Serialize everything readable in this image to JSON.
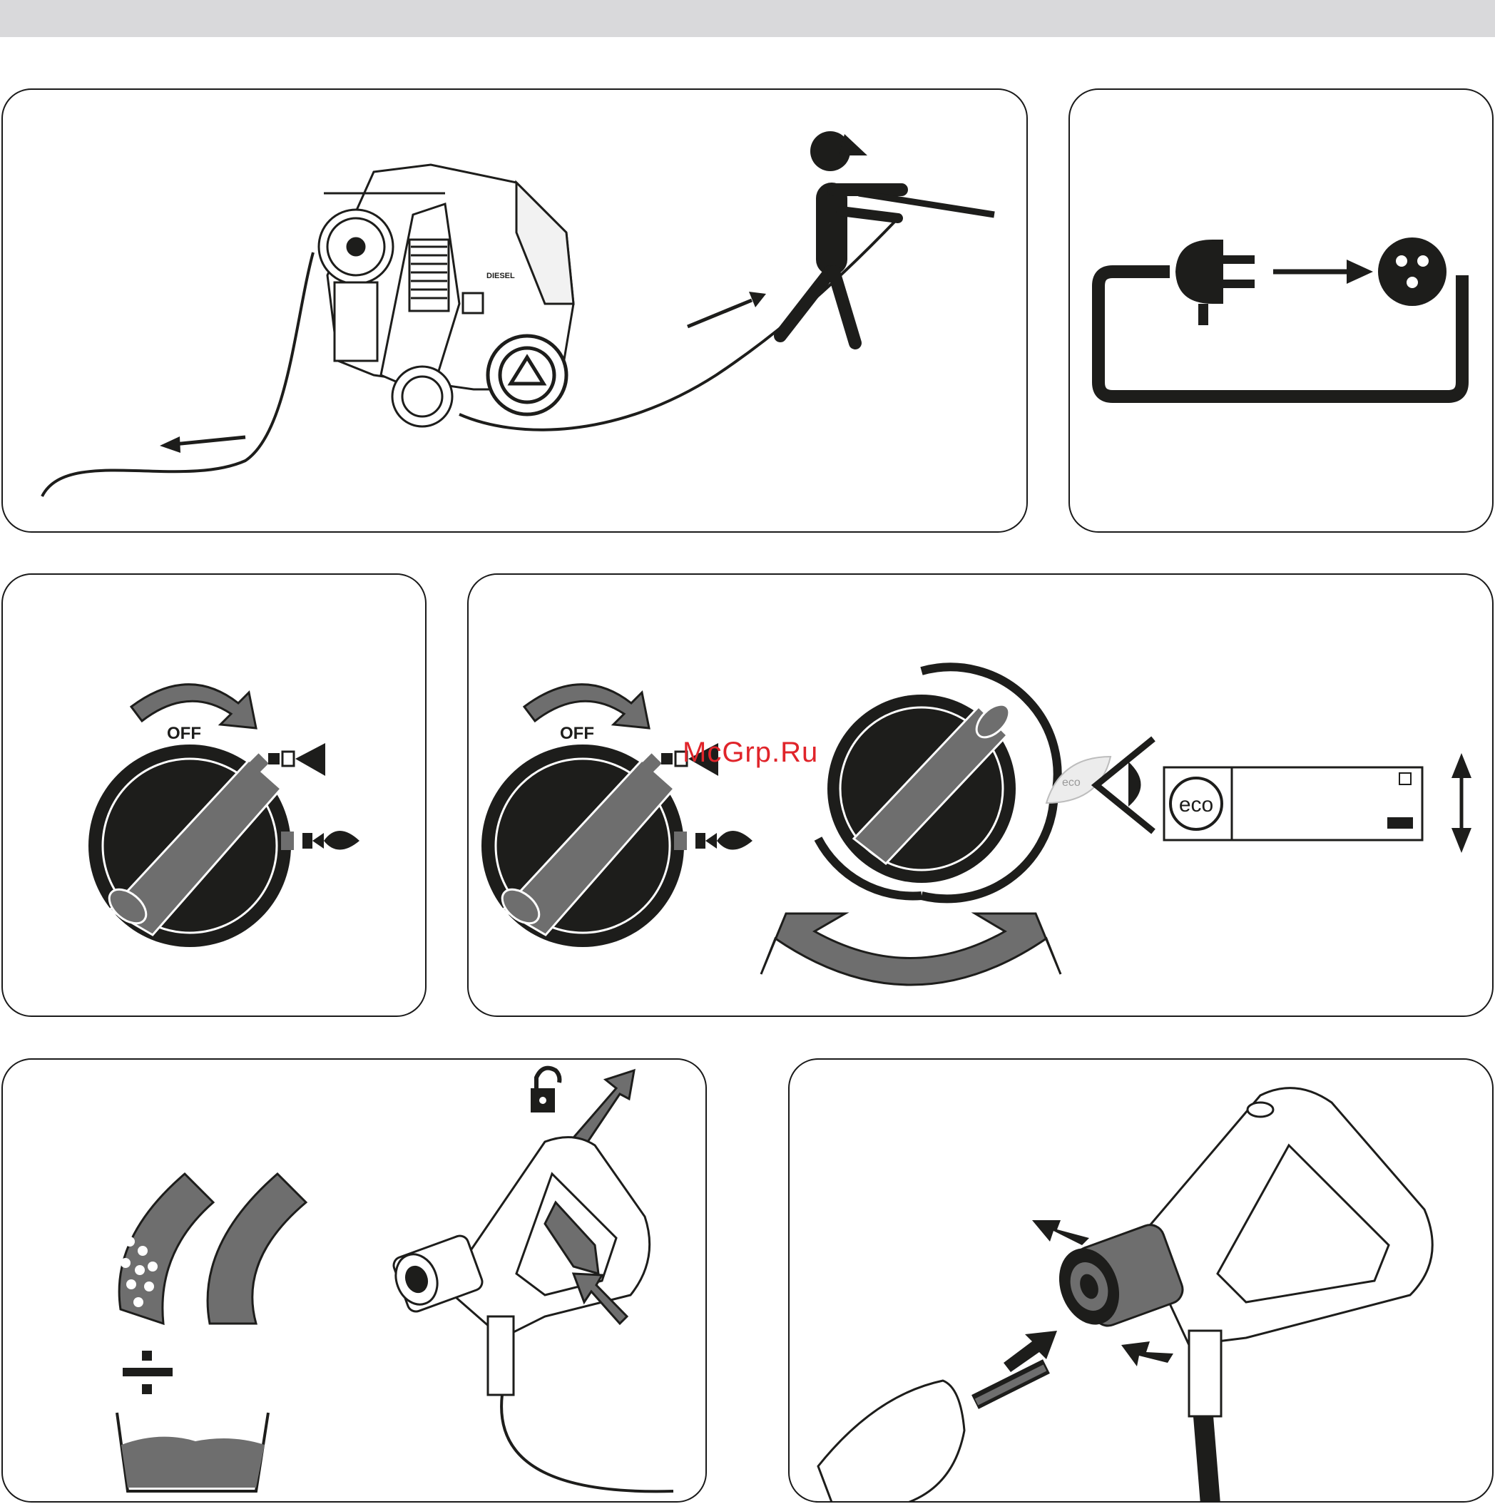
{
  "labels": {
    "machine_fuel": "DIESEL",
    "switch_off_left": "OFF",
    "switch_off_right": "OFF",
    "eco_leaf": "eco",
    "eco_display": "eco"
  },
  "watermark": "McGrp.Ru",
  "colors": {
    "ink": "#1d1d1b",
    "grey": "#6e6e6e",
    "light_grey": "#d9d9db",
    "watermark_red": "#e0242a"
  }
}
